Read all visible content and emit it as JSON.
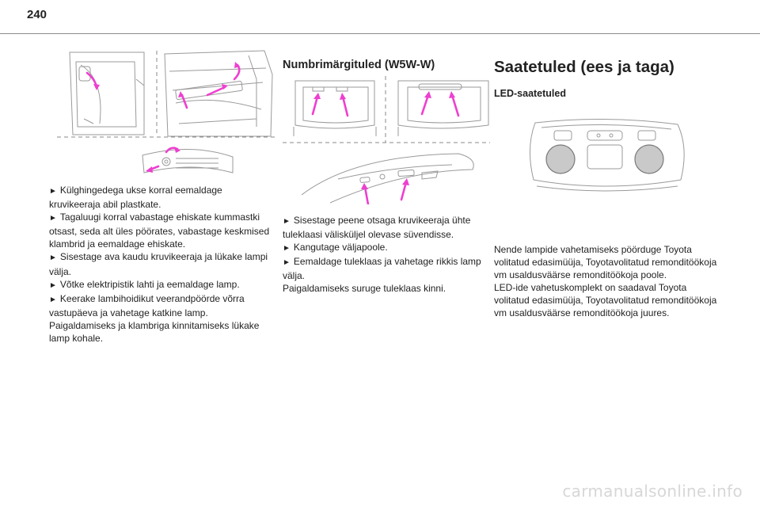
{
  "page": {
    "number": "240"
  },
  "left_column": {
    "steps": [
      {
        "bullet": "►",
        "text": "Külghingedega ukse korral eemaldage kruvikeeraja abil plastkate."
      },
      {
        "bullet": "►",
        "text": "Tagaluugi korral vabastage ehiskate kummastki otsast, seda alt üles pöörates, vabastage keskmised klambrid ja eemaldage ehiskate."
      },
      {
        "bullet": "►",
        "text": "Sisestage ava kaudu kruvikeeraja ja lükake lampi välja."
      },
      {
        "bullet": "►",
        "text": "Võtke elektripistik lahti ja eemaldage lamp."
      },
      {
        "bullet": "►",
        "text": "Keerake lambihoidikut veerandpöörde võrra vastupäeva ja vahetage katkine lamp."
      }
    ],
    "closing": "Paigaldamiseks ja klambriga kinnitamiseks lükake lamp kohale."
  },
  "middle_column": {
    "heading": "Numbrimärgituled (W5W-W)",
    "steps": [
      {
        "bullet": "►",
        "text": "Sisestage peene otsaga kruvikeeraja ühte tuleklaasi välisküljel olevase süvendisse."
      },
      {
        "bullet": "►",
        "text": "Kangutage väljapoole."
      },
      {
        "bullet": "►",
        "text": "Eemaldage tuleklaas ja vahetage rikkis lamp välja."
      }
    ],
    "closing": "Paigaldamiseks suruge tuleklaas kinni."
  },
  "right_column": {
    "heading": "Saatetuled (ees ja taga)",
    "subheading": "LED-saatetuled",
    "paragraph1": "Nende lampide vahetamiseks pöörduge Toyota volitatud edasimüüja, Toyotavolitatud remonditöökoja vm usaldusväärse remonditöökoja poole.",
    "paragraph2": "LED-ide vahetuskomplekt on saadaval Toyota volitatud edasimüüja, Toyotavolitatud remonditöökoja vm usaldusväärse remonditöökoja juures."
  },
  "footer": {
    "watermark": "carmanualsonline.info"
  },
  "colors": {
    "accent_arrow": "#ee3fd0",
    "rule": "#8a8a8a",
    "text": "#222222",
    "illustration_line": "#9a9a9a"
  }
}
